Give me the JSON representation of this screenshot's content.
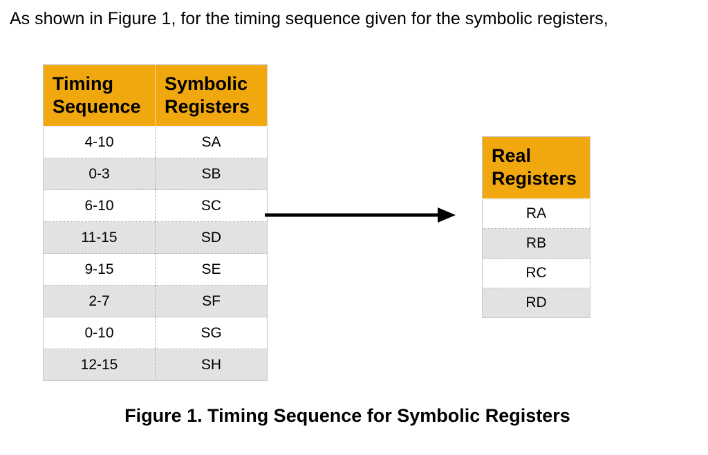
{
  "page": {
    "intro_text": "As shown in Figure 1, for the timing sequence given for the symbolic registers,",
    "caption": "Figure 1. Timing Sequence for Symbolic Registers"
  },
  "symbolic_table": {
    "headers": [
      "Timing Sequence",
      "Symbolic Registers"
    ],
    "rows": [
      {
        "timing": "4-10",
        "register": "SA"
      },
      {
        "timing": "0-3",
        "register": "SB"
      },
      {
        "timing": "6-10",
        "register": "SC"
      },
      {
        "timing": "11-15",
        "register": "SD"
      },
      {
        "timing": "9-15",
        "register": "SE"
      },
      {
        "timing": "2-7",
        "register": "SF"
      },
      {
        "timing": "0-10",
        "register": "SG"
      },
      {
        "timing": "12-15",
        "register": "SH"
      }
    ]
  },
  "real_table": {
    "header": "Real Registers",
    "rows": [
      {
        "register": "RA"
      },
      {
        "register": "RB"
      },
      {
        "register": "RC"
      },
      {
        "register": "RD"
      }
    ]
  },
  "icons": {
    "arrow": "right-arrow"
  },
  "colors": {
    "header_bg": "#F1A80E",
    "alt_row_bg": "#E2E2E2",
    "row_bg": "#FFFFFF",
    "table_border": "#C8C8C8",
    "dotted_divider": "#A8A8A8",
    "text": "#000000",
    "arrow": "#000000"
  }
}
